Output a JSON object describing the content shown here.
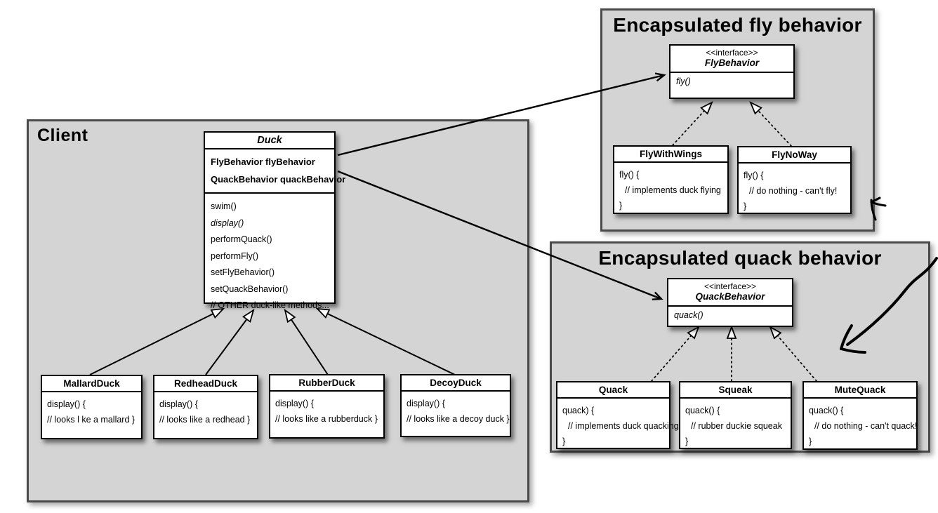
{
  "colors": {
    "panel_bg": "#d4d4d4",
    "panel_border": "#4a4a4a",
    "box_bg": "#ffffff",
    "line_color": "#000000"
  },
  "panels": {
    "client": {
      "label": "Client"
    },
    "fly": {
      "title": "Encapsulated fly behavior"
    },
    "quack": {
      "title": "Encapsulated quack behavior"
    }
  },
  "classes": {
    "duck": {
      "title": "Duck",
      "attributes": [
        "FlyBehavior flyBehavior",
        "QuackBehavior quackBehavior"
      ],
      "methods": [
        "swim()",
        "display()",
        "performQuack()",
        "performFly()",
        "setFlyBehavior()",
        "setQuackBehavior()",
        "// OTHER duck-like methods..."
      ]
    },
    "mallard_duck": {
      "title": "MallardDuck",
      "lines": [
        "display() {",
        "// looks l ke a mallard }"
      ]
    },
    "redhead_duck": {
      "title": "RedheadDuck",
      "lines": [
        "display() {",
        "// looks like a redhead }"
      ]
    },
    "rubber_duck": {
      "title": "RubberDuck",
      "lines": [
        "display() {",
        "// looks like a rubberduck }"
      ]
    },
    "decoy_duck": {
      "title": "DecoyDuck",
      "lines": [
        "display() {",
        "// looks like a decoy duck }"
      ]
    },
    "fly_behavior": {
      "stereotype": "<<interface>>",
      "name": "FlyBehavior",
      "method": "fly()"
    },
    "fly_with_wings": {
      "title": "FlyWithWings",
      "lines": [
        "fly() {",
        "// implements duck flying",
        "}"
      ]
    },
    "fly_no_way": {
      "title": "FlyNoWay",
      "lines": [
        "fly() {",
        "// do nothing - can't fly!",
        "}"
      ]
    },
    "quack_behavior": {
      "stereotype": "<<interface>>",
      "name": "QuackBehavior",
      "method": "quack()"
    },
    "quack": {
      "title": "Quack",
      "lines": [
        "quack) {",
        "// implements duck quacking",
        "}"
      ]
    },
    "squeak": {
      "title": "Squeak",
      "lines": [
        "quack() {",
        "// rubber duckie squeak",
        "}"
      ]
    },
    "mute_quack": {
      "title": "MuteQuack",
      "lines": [
        "quack() {",
        "// do nothing - can't quack!",
        "}"
      ]
    }
  }
}
